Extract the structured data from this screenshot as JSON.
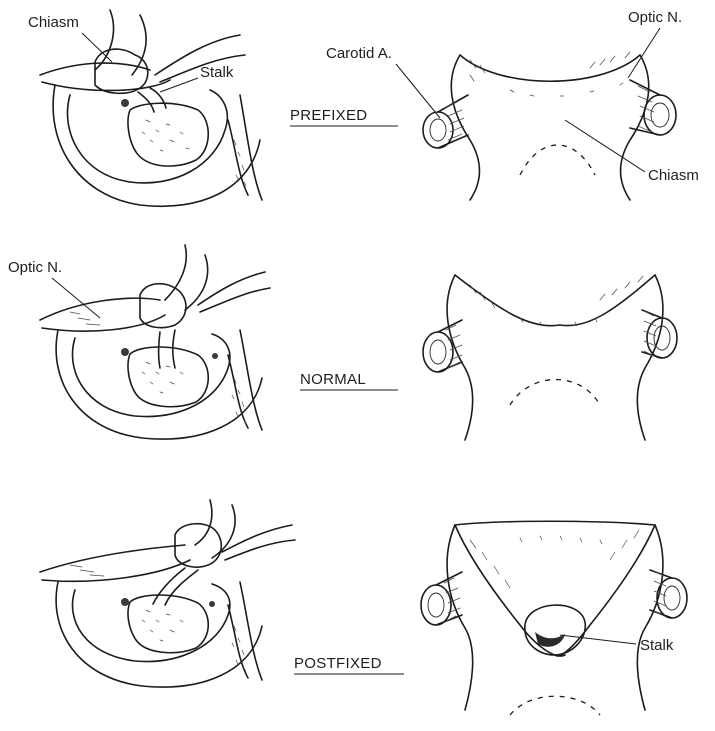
{
  "rows": [
    {
      "id": "prefixed",
      "caption": "PREFIXED",
      "labels": {
        "chiasm": "Chiasm",
        "stalk": "Stalk",
        "carotid": "Carotid A.",
        "optic": "Optic N.",
        "chiasm_right": "Chiasm"
      }
    },
    {
      "id": "normal",
      "caption": "NORMAL",
      "labels": {
        "optic": "Optic N."
      }
    },
    {
      "id": "postfixed",
      "caption": "POSTFIXED",
      "labels": {
        "stalk": "Stalk"
      }
    }
  ]
}
